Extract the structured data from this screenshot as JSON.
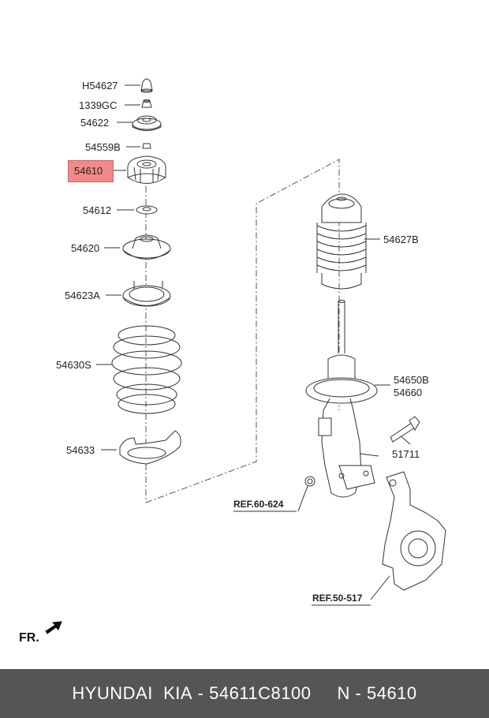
{
  "parts": [
    {
      "id": "p1",
      "label": "H54627"
    },
    {
      "id": "p2",
      "label": "1339GC"
    },
    {
      "id": "p3",
      "label": "54622"
    },
    {
      "id": "p4",
      "label": "54559B"
    },
    {
      "id": "p5",
      "label": "54610",
      "highlighted": true
    },
    {
      "id": "p6",
      "label": "54612"
    },
    {
      "id": "p7",
      "label": "54620"
    },
    {
      "id": "p8",
      "label": "54623A"
    },
    {
      "id": "p9",
      "label": "54630S"
    },
    {
      "id": "p10",
      "label": "54633"
    },
    {
      "id": "p11",
      "label": "54627B"
    },
    {
      "id": "p12a",
      "label": "54650B"
    },
    {
      "id": "p12b",
      "label": "54660"
    },
    {
      "id": "p13",
      "label": "51711"
    }
  ],
  "refs": {
    "ref1": "REF.60-624",
    "ref2": "REF.50-517"
  },
  "front_marker": "FR.",
  "highlight_color": "#f08a8a",
  "footer": {
    "brand": "HYUNDAI  KIA",
    "part_number": "54611C8100",
    "separator": " - ",
    "n_label": "N - 54610"
  }
}
